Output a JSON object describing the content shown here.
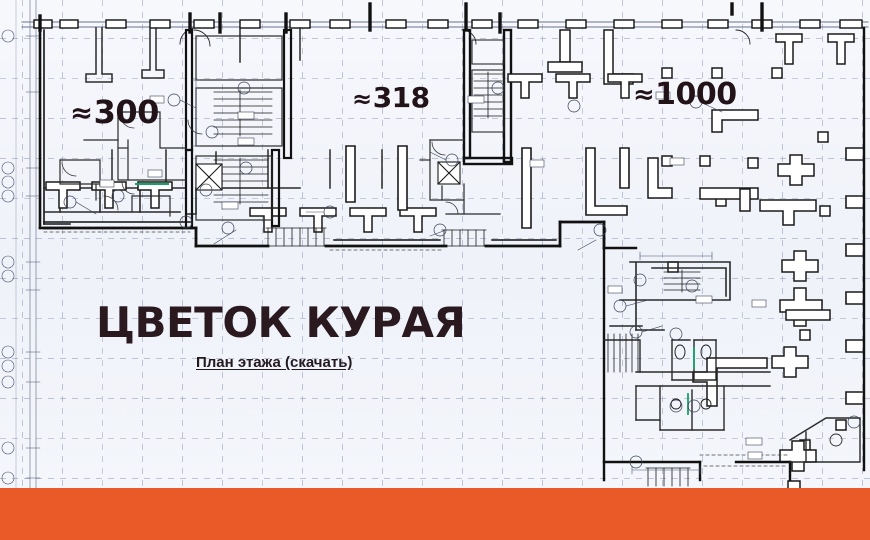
{
  "page": {
    "title": "ЦВЕТОК КУРАЯ",
    "link_label": "План этажа (скачать)"
  },
  "area_labels": [
    {
      "id": "area-300",
      "approx": "≈",
      "value": "300"
    },
    {
      "id": "area-318",
      "approx": "≈",
      "value": "318"
    },
    {
      "id": "area-1000",
      "approx": "≈",
      "value": "1000"
    }
  ],
  "colors": {
    "accent_orange": "#ea5928",
    "title_ink": "#2a1a20",
    "paper": "#f2f4fa",
    "line_ink": "#1a1a1a"
  },
  "drawing": {
    "kind": "architectural-floor-plan",
    "description": "Technical floor plan drawing of a building level with exterior walls, window openings, stair cores, columns and dimension lines"
  }
}
